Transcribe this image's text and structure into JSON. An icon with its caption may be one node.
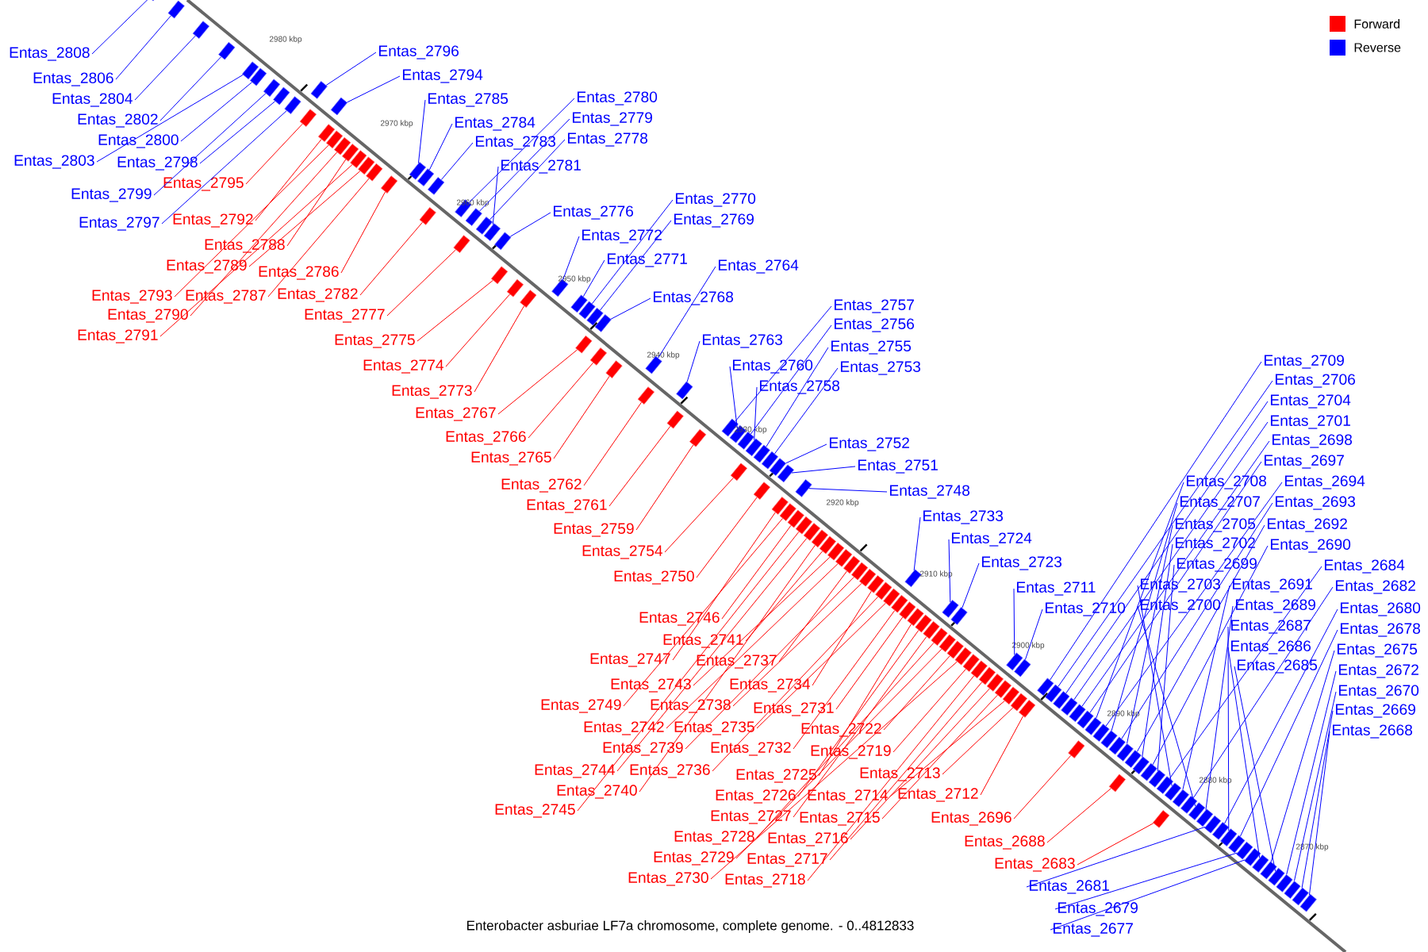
{
  "diagram": {
    "caption": "Enterobacter asburiae LF7a chromosome, complete genome. - 0..4812833",
    "nodes": [
      {
        "text": [
          "Entas_2808"
        ]
      },
      {
        "text": [
          "Entas_2806"
        ]
      },
      {
        "text": [
          "Entas_2804"
        ]
      },
      {
        "text": [
          "Entas_2802"
        ]
      },
      {
        "text": [
          "Entas_2800"
        ]
      },
      {
        "text": [
          "Entas_2803"
        ]
      },
      {
        "text": [
          "Entas_2798"
        ]
      },
      {
        "text": [
          "Entas_2799"
        ]
      },
      {
        "text": [
          "Entas_2797"
        ]
      },
      {
        "text": [
          "Entas_2795"
        ]
      },
      {
        "text": [
          "Entas_2792"
        ]
      },
      {
        "text": [
          "Entas_2788"
        ]
      },
      {
        "text": [
          "Entas_2789"
        ]
      },
      {
        "text": [
          "Entas_2786"
        ]
      },
      {
        "text": [
          "Entas_2793"
        ]
      },
      {
        "text": [
          "Entas_2787"
        ]
      },
      {
        "text": [
          "Entas_2782"
        ]
      },
      {
        "text": [
          "Entas_2790"
        ]
      },
      {
        "text": [
          "Entas_2791"
        ]
      },
      {
        "text": [
          "Entas_2777"
        ]
      },
      {
        "text": [
          "Entas_2775"
        ]
      },
      {
        "text": [
          "Entas_2774"
        ]
      },
      {
        "text": [
          "Entas_2773"
        ]
      },
      {
        "text": [
          "Entas_2767"
        ]
      },
      {
        "text": [
          "Entas_2766"
        ]
      },
      {
        "text": [
          "Entas_2765"
        ]
      },
      {
        "text": [
          "Entas_2762"
        ]
      },
      {
        "text": [
          "Entas_2761"
        ]
      },
      {
        "text": [
          "Entas_2759"
        ]
      },
      {
        "text": [
          "Entas_2754"
        ]
      },
      {
        "text": [
          "Entas_2750"
        ]
      },
      {
        "text": [
          "Entas_2746"
        ]
      },
      {
        "text": [
          "Entas_2741"
        ]
      },
      {
        "text": [
          "Entas_2747"
        ]
      },
      {
        "text": [
          "Entas_2737"
        ]
      },
      {
        "text": [
          "Entas_2743"
        ]
      },
      {
        "text": [
          "Entas_2734"
        ]
      },
      {
        "text": [
          "Entas_2749"
        ]
      },
      {
        "text": [
          "Entas_2738"
        ]
      },
      {
        "text": [
          "Entas_2731"
        ]
      },
      {
        "text": [
          "Entas_2742"
        ]
      },
      {
        "text": [
          "Entas_2735"
        ]
      },
      {
        "text": [
          "Entas_2722"
        ]
      },
      {
        "text": [
          "Entas_2739"
        ]
      },
      {
        "text": [
          "Entas_2732"
        ]
      },
      {
        "text": [
          "Entas_2719"
        ]
      },
      {
        "text": [
          "Entas_2744"
        ]
      },
      {
        "text": [
          "Entas_2736"
        ]
      },
      {
        "text": [
          "Entas_2725"
        ]
      },
      {
        "text": [
          "Entas_2713"
        ]
      },
      {
        "text": [
          "Entas_2740"
        ]
      },
      {
        "text": [
          "Entas_2714"
        ]
      },
      {
        "text": [
          "Entas_2712"
        ]
      },
      {
        "text": [
          "Entas_2726"
        ]
      },
      {
        "text": [
          "Entas_2745"
        ]
      },
      {
        "text": [
          "Entas_2727"
        ]
      },
      {
        "text": [
          "Entas_2715"
        ]
      },
      {
        "text": [
          "Entas_2728"
        ]
      },
      {
        "text": [
          "Entas_2716"
        ]
      },
      {
        "text": [
          "Entas_2729"
        ]
      },
      {
        "text": [
          "Entas_2717"
        ]
      },
      {
        "text": [
          "Entas_2730"
        ]
      },
      {
        "text": [
          "Entas_2718"
        ]
      },
      {
        "text": [
          "Entas_2696"
        ]
      },
      {
        "text": [
          "Entas_2688"
        ]
      },
      {
        "text": [
          "Entas_2683"
        ]
      },
      {
        "text": [
          "Entas_2796"
        ]
      },
      {
        "text": [
          "Entas_2794"
        ]
      },
      {
        "text": [
          "Entas_2785"
        ]
      },
      {
        "text": [
          "Entas_2784"
        ]
      },
      {
        "text": [
          "Entas_2783"
        ]
      },
      {
        "text": [
          "Entas_2780"
        ]
      },
      {
        "text": [
          "Entas_2779"
        ]
      },
      {
        "text": [
          "Entas_2778"
        ]
      },
      {
        "text": [
          "Entas_2781"
        ]
      },
      {
        "text": [
          "Entas_2776"
        ]
      },
      {
        "text": [
          "Entas_2770"
        ]
      },
      {
        "text": [
          "Entas_2769"
        ]
      },
      {
        "text": [
          "Entas_2772"
        ]
      },
      {
        "text": [
          "Entas_2771"
        ]
      },
      {
        "text": [
          "Entas_2764"
        ]
      },
      {
        "text": [
          "Entas_2768"
        ]
      },
      {
        "text": [
          "Entas_2757"
        ]
      },
      {
        "text": [
          "Entas_2756"
        ]
      },
      {
        "text": [
          "Entas_2763"
        ]
      },
      {
        "text": [
          "Entas_2755"
        ]
      },
      {
        "text": [
          "Entas_2760"
        ]
      },
      {
        "text": [
          "Entas_2753"
        ]
      },
      {
        "text": [
          "Entas_2758"
        ]
      },
      {
        "text": [
          "Entas_2752"
        ]
      },
      {
        "text": [
          "Entas_2751"
        ]
      },
      {
        "text": [
          "Entas_2748"
        ]
      },
      {
        "text": [
          "Entas_2733"
        ]
      },
      {
        "text": [
          "Entas_2724"
        ]
      },
      {
        "text": [
          "Entas_2723"
        ]
      },
      {
        "text": [
          "Entas_2711"
        ]
      },
      {
        "text": [
          "Entas_2710"
        ]
      },
      {
        "text": [
          "Entas_2709"
        ]
      },
      {
        "text": [
          "Entas_2706"
        ]
      },
      {
        "text": [
          "Entas_2704"
        ]
      },
      {
        "text": [
          "Entas_2701"
        ]
      },
      {
        "text": [
          "Entas_2698"
        ]
      },
      {
        "text": [
          "Entas_2697"
        ]
      },
      {
        "text": [
          "Entas_2708"
        ]
      },
      {
        "text": [
          "Entas_2694"
        ]
      },
      {
        "text": [
          "Entas_2707"
        ]
      },
      {
        "text": [
          "Entas_2693"
        ]
      },
      {
        "text": [
          "Entas_2705"
        ]
      },
      {
        "text": [
          "Entas_2692"
        ]
      },
      {
        "text": [
          "Entas_2702"
        ]
      },
      {
        "text": [
          "Entas_2690"
        ]
      },
      {
        "text": [
          "Entas_2699"
        ]
      },
      {
        "text": [
          "Entas_2684"
        ]
      },
      {
        "text": [
          "Entas_2703"
        ]
      },
      {
        "text": [
          "Entas_2691"
        ]
      },
      {
        "text": [
          "Entas_2682"
        ]
      },
      {
        "text": [
          "Entas_2700"
        ]
      },
      {
        "text": [
          "Entas_2689"
        ]
      },
      {
        "text": [
          "Entas_2680"
        ]
      },
      {
        "text": [
          "Entas_2687"
        ]
      },
      {
        "text": [
          "Entas_2678"
        ]
      },
      {
        "text": [
          "Entas_2686"
        ]
      },
      {
        "text": [
          "Entas_2675"
        ]
      },
      {
        "text": [
          "Entas_2685"
        ]
      },
      {
        "text": [
          "Entas_2672"
        ]
      },
      {
        "text": [
          "Entas_2670"
        ]
      },
      {
        "text": [
          "Entas_2669"
        ]
      },
      {
        "text": [
          "Entas_2668"
        ]
      },
      {
        "text": [
          "Entas_2681"
        ]
      },
      {
        "text": [
          "Entas_2679"
        ]
      },
      {
        "text": [
          "Entas_2677"
        ]
      },
      {
        "text": [],
        "shape": "box"
      },
      {
        "text": [],
        "shape": "box"
      },
      {
        "text": [],
        "shape": "box"
      },
      {
        "text": [],
        "shape": "box"
      },
      {
        "text": [],
        "shape": "box"
      },
      {
        "text": [],
        "shape": "box"
      },
      {
        "text": [],
        "shape": "box"
      },
      {
        "text": [],
        "shape": "box"
      },
      {
        "text": [],
        "shape": "box"
      },
      {
        "text": [],
        "shape": "box"
      },
      {
        "text": [],
        "shape": "box"
      },
      {
        "text": [],
        "shape": "box"
      },
      {
        "text": [],
        "shape": "box"
      },
      {
        "text": [],
        "shape": "box"
      },
      {
        "text": [],
        "shape": "box"
      },
      {
        "text": [],
        "shape": "box"
      },
      {
        "text": [],
        "shape": "box"
      },
      {
        "text": [],
        "shape": "box"
      },
      {
        "text": [],
        "shape": "box"
      },
      {
        "text": [],
        "shape": "box"
      },
      {
        "text": [],
        "shape": "box"
      },
      {
        "text": [],
        "shape": "box"
      },
      {
        "text": [],
        "shape": "box"
      },
      {
        "text": [],
        "shape": "box"
      },
      {
        "text": [],
        "shape": "box"
      },
      {
        "text": [],
        "shape": "box"
      },
      {
        "text": [],
        "shape": "box"
      },
      {
        "text": [],
        "shape": "box"
      },
      {
        "text": [],
        "shape": "box"
      },
      {
        "text": [],
        "shape": "box"
      },
      {
        "text": [],
        "shape": "box"
      },
      {
        "text": [],
        "shape": "box"
      },
      {
        "text": [],
        "shape": "box"
      },
      {
        "text": [],
        "shape": "box"
      },
      {
        "text": [],
        "shape": "box"
      },
      {
        "text": [],
        "shape": "box"
      },
      {
        "text": [],
        "shape": "box"
      },
      {
        "text": [],
        "shape": "box"
      },
      {
        "text": [],
        "shape": "box"
      },
      {
        "text": [],
        "shape": "box"
      },
      {
        "text": [],
        "shape": "box"
      },
      {
        "text": [],
        "shape": "box"
      },
      {
        "text": [],
        "shape": "box"
      },
      {
        "text": [],
        "shape": "box"
      },
      {
        "text": [],
        "shape": "box"
      },
      {
        "text": [],
        "shape": "box"
      },
      {
        "text": [],
        "shape": "box"
      },
      {
        "text": [],
        "shape": "box"
      },
      {
        "text": [],
        "shape": "box"
      },
      {
        "text": [],
        "shape": "box"
      },
      {
        "text": [],
        "shape": "box"
      },
      {
        "text": [],
        "shape": "box"
      },
      {
        "text": [],
        "shape": "box"
      },
      {
        "text": [],
        "shape": "box"
      },
      {
        "text": [],
        "shape": "box"
      },
      {
        "text": [],
        "shape": "box"
      },
      {
        "text": [],
        "shape": "box"
      },
      {
        "text": [],
        "shape": "box"
      },
      {
        "text": [],
        "shape": "box"
      },
      {
        "text": [],
        "shape": "box"
      },
      {
        "text": [],
        "shape": "box"
      },
      {
        "text": [],
        "shape": "box"
      },
      {
        "text": [],
        "shape": "box"
      },
      {
        "text": [],
        "shape": "box"
      },
      {
        "text": [],
        "shape": "box"
      },
      {
        "text": [],
        "shape": "box"
      },
      {
        "text": [],
        "shape": "box"
      },
      {
        "text": [],
        "shape": "box"
      },
      {
        "text": [],
        "shape": "box"
      },
      {
        "text": [],
        "shape": "box"
      },
      {
        "text": [],
        "shape": "box"
      },
      {
        "text": [],
        "shape": "box"
      },
      {
        "text": [],
        "shape": "box"
      },
      {
        "text": [],
        "shape": "box"
      },
      {
        "text": [],
        "shape": "box"
      },
      {
        "text": [],
        "shape": "box"
      },
      {
        "text": [],
        "shape": "box"
      },
      {
        "text": [],
        "shape": "box"
      },
      {
        "text": [],
        "shape": "box"
      },
      {
        "text": [],
        "shape": "box"
      },
      {
        "text": [],
        "shape": "box"
      },
      {
        "text": [],
        "shape": "box"
      },
      {
        "text": [],
        "shape": "box"
      },
      {
        "text": [],
        "shape": "box"
      },
      {
        "text": [],
        "shape": "box"
      },
      {
        "text": [],
        "shape": "box"
      },
      {
        "text": [],
        "shape": "box"
      },
      {
        "text": [],
        "shape": "box"
      },
      {
        "text": [],
        "shape": "box"
      },
      {
        "text": [],
        "shape": "box"
      },
      {
        "text": [],
        "shape": "box"
      },
      {
        "text": [],
        "shape": "box"
      },
      {
        "text": [],
        "shape": "box"
      },
      {
        "text": [],
        "shape": "box"
      },
      {
        "text": [],
        "shape": "box"
      },
      {
        "text": [],
        "shape": "box"
      },
      {
        "text": [],
        "shape": "box"
      },
      {
        "text": [],
        "shape": "box"
      },
      {
        "text": [],
        "shape": "box"
      },
      {
        "text": [],
        "shape": "box"
      },
      {
        "text": [],
        "shape": "box"
      },
      {
        "text": [],
        "shape": "box"
      },
      {
        "text": [],
        "shape": "box"
      },
      {
        "text": [],
        "shape": "box"
      },
      {
        "text": [],
        "shape": "box"
      },
      {
        "text": [],
        "shape": "box"
      },
      {
        "text": [],
        "shape": "box"
      },
      {
        "text": [],
        "shape": "box"
      },
      {
        "text": [],
        "shape": "box"
      },
      {
        "text": [],
        "shape": "box"
      },
      {
        "text": [],
        "shape": "box"
      },
      {
        "text": [],
        "shape": "box"
      },
      {
        "text": [],
        "shape": "box"
      },
      {
        "text": [],
        "shape": "box"
      },
      {
        "text": [],
        "shape": "box"
      },
      {
        "text": [],
        "shape": "box"
      },
      {
        "text": [],
        "shape": "box"
      },
      {
        "text": [],
        "shape": "box"
      },
      {
        "text": [],
        "shape": "box"
      },
      {
        "text": [],
        "shape": "box"
      },
      {
        "text": [],
        "shape": "box"
      },
      {
        "text": [],
        "shape": "box"
      },
      {
        "text": [],
        "shape": "box"
      },
      {
        "text": [],
        "shape": "box"
      },
      {
        "text": [],
        "shape": "box"
      },
      {
        "text": [],
        "shape": "box"
      },
      {
        "text": [],
        "shape": "box"
      },
      {
        "text": [],
        "shape": "box"
      },
      {
        "text": [],
        "shape": "box"
      },
      {
        "text": [],
        "shape": "box"
      },
      {
        "text": [],
        "shape": "box"
      }
    ],
    "edges": [
      {
        "from": 0,
        "to": 131,
        "arrow": "none"
      },
      {
        "from": 1,
        "to": 132,
        "arrow": "none"
      },
      {
        "from": 2,
        "to": 133,
        "arrow": "none"
      },
      {
        "from": 3,
        "to": 134,
        "arrow": "none"
      },
      {
        "from": 4,
        "to": 135,
        "arrow": "none"
      },
      {
        "from": 5,
        "to": 136,
        "arrow": "none"
      },
      {
        "from": 6,
        "to": 137,
        "arrow": "none"
      },
      {
        "from": 7,
        "to": 138,
        "arrow": "none"
      },
      {
        "from": 8,
        "to": 139,
        "arrow": "none"
      },
      {
        "from": 9,
        "to": 140,
        "arrow": "none",
        "color": "#ff0000"
      },
      {
        "from": 10,
        "to": 141,
        "arrow": "none",
        "color": "#ff0000"
      },
      {
        "from": 11,
        "to": 142,
        "arrow": "none",
        "color": "#ff0000"
      },
      {
        "from": 12,
        "to": 143,
        "arrow": "none",
        "color": "#ff0000"
      },
      {
        "from": 13,
        "to": 144,
        "arrow": "none",
        "color": "#ff0000"
      },
      {
        "from": 14,
        "to": 145,
        "arrow": "none",
        "color": "#ff0000"
      },
      {
        "from": 15,
        "to": 146,
        "arrow": "none",
        "color": "#ff0000"
      },
      {
        "from": 16,
        "to": 147,
        "arrow": "none",
        "color": "#ff0000"
      },
      {
        "from": 17,
        "to": 148,
        "arrow": "none",
        "color": "#ff0000"
      },
      {
        "from": 18,
        "to": 149,
        "arrow": "none",
        "color": "#ff0000"
      },
      {
        "from": 19,
        "to": 150,
        "arrow": "none",
        "color": "#ff0000"
      },
      {
        "from": 20,
        "to": 151,
        "arrow": "none",
        "color": "#ff0000"
      },
      {
        "from": 21,
        "to": 152,
        "arrow": "none",
        "color": "#ff0000"
      },
      {
        "from": 22,
        "to": 153,
        "arrow": "none",
        "color": "#ff0000"
      },
      {
        "from": 23,
        "to": 154,
        "arrow": "none",
        "color": "#ff0000"
      },
      {
        "from": 24,
        "to": 155,
        "arrow": "none",
        "color": "#ff0000"
      },
      {
        "from": 25,
        "to": 156,
        "arrow": "none",
        "color": "#ff0000"
      },
      {
        "from": 26,
        "to": 157,
        "arrow": "none",
        "color": "#ff0000"
      },
      {
        "from": 27,
        "to": 158,
        "arrow": "none",
        "color": "#ff0000"
      },
      {
        "from": 28,
        "to": 159,
        "arrow": "none",
        "color": "#ff0000"
      },
      {
        "from": 29,
        "to": 160,
        "arrow": "none",
        "color": "#ff0000"
      },
      {
        "from": 30,
        "to": 161,
        "arrow": "none",
        "color": "#ff0000"
      },
      {
        "from": 31,
        "to": 162,
        "arrow": "none",
        "color": "#ff0000"
      },
      {
        "from": 32,
        "to": 163,
        "arrow": "none",
        "color": "#ff0000"
      },
      {
        "from": 33,
        "to": 164,
        "arrow": "none",
        "color": "#ff0000"
      },
      {
        "from": 34,
        "to": 165,
        "arrow": "none",
        "color": "#ff0000"
      },
      {
        "from": 35,
        "to": 166,
        "arrow": "none",
        "color": "#ff0000"
      },
      {
        "from": 36,
        "to": 167,
        "arrow": "none",
        "color": "#ff0000"
      },
      {
        "from": 37,
        "to": 168,
        "arrow": "none",
        "color": "#ff0000"
      },
      {
        "from": 38,
        "to": 169,
        "arrow": "none",
        "color": "#ff0000"
      },
      {
        "from": 39,
        "to": 170,
        "arrow": "none",
        "color": "#ff0000"
      },
      {
        "from": 40,
        "to": 171,
        "arrow": "none",
        "color": "#ff0000"
      },
      {
        "from": 41,
        "to": 172,
        "arrow": "none",
        "color": "#ff0000"
      },
      {
        "from": 42,
        "to": 173,
        "arrow": "none",
        "color": "#ff0000"
      },
      {
        "from": 43,
        "to": 174,
        "arrow": "none",
        "color": "#ff0000"
      },
      {
        "from": 44,
        "to": 175,
        "arrow": "none",
        "color": "#ff0000"
      },
      {
        "from": 45,
        "to": 176,
        "arrow": "none",
        "color": "#ff0000"
      },
      {
        "from": 46,
        "to": 177,
        "arrow": "none",
        "color": "#ff0000"
      },
      {
        "from": 47,
        "to": 178,
        "arrow": "none",
        "color": "#ff0000"
      },
      {
        "from": 48,
        "to": 179,
        "arrow": "none",
        "color": "#ff0000"
      },
      {
        "from": 49,
        "to": 180,
        "arrow": "none",
        "color": "#ff0000"
      },
      {
        "from": 50,
        "to": 181,
        "arrow": "none",
        "color": "#ff0000"
      },
      {
        "from": 51,
        "to": 182,
        "arrow": "none",
        "color": "#ff0000"
      },
      {
        "from": 52,
        "to": 183,
        "arrow": "none",
        "color": "#ff0000"
      },
      {
        "from": 53,
        "to": 184,
        "arrow": "none",
        "color": "#ff0000"
      },
      {
        "from": 54,
        "to": 185,
        "arrow": "none",
        "color": "#ff0000"
      },
      {
        "from": 55,
        "to": 186,
        "arrow": "none",
        "color": "#ff0000"
      },
      {
        "from": 56,
        "to": 187,
        "arrow": "none",
        "color": "#ff0000"
      },
      {
        "from": 57,
        "to": 188,
        "arrow": "none",
        "color": "#ff0000"
      },
      {
        "from": 58,
        "to": 189,
        "arrow": "none",
        "color": "#ff0000"
      },
      {
        "from": 59,
        "to": 190,
        "arrow": "none",
        "color": "#ff0000"
      },
      {
        "from": 60,
        "to": 191,
        "arrow": "none",
        "color": "#ff0000"
      },
      {
        "from": 61,
        "to": 192,
        "arrow": "none",
        "color": "#ff0000"
      },
      {
        "from": 62,
        "to": 193,
        "arrow": "none",
        "color": "#ff0000"
      },
      {
        "from": 63,
        "to": 194,
        "arrow": "none",
        "color": "#ff0000"
      },
      {
        "from": 64,
        "to": 195,
        "arrow": "none",
        "color": "#ff0000"
      },
      {
        "from": 65,
        "to": 196,
        "arrow": "none",
        "color": "#ff0000"
      },
      {
        "from": 66,
        "to": 197,
        "arrow": "none"
      },
      {
        "from": 67,
        "to": 198,
        "arrow": "none"
      },
      {
        "from": 68,
        "to": 199,
        "arrow": "none"
      },
      {
        "from": 69,
        "to": 200,
        "arrow": "none"
      },
      {
        "from": 70,
        "to": 201,
        "arrow": "none"
      },
      {
        "from": 71,
        "to": 202,
        "arrow": "none"
      },
      {
        "from": 72,
        "to": 203,
        "arrow": "none"
      },
      {
        "from": 73,
        "to": 204,
        "arrow": "none"
      },
      {
        "from": 74,
        "to": 205,
        "arrow": "none"
      },
      {
        "from": 75,
        "to": 206,
        "arrow": "none"
      },
      {
        "from": 76,
        "to": 207,
        "arrow": "none"
      },
      {
        "from": 77,
        "to": 208,
        "arrow": "none"
      },
      {
        "from": 78,
        "to": 209,
        "arrow": "none"
      },
      {
        "from": 79,
        "to": 210,
        "arrow": "none"
      },
      {
        "from": 80,
        "to": 211,
        "arrow": "none"
      },
      {
        "from": 81,
        "to": 212,
        "arrow": "none"
      },
      {
        "from": 82,
        "to": 213,
        "arrow": "none"
      },
      {
        "from": 83,
        "to": 214,
        "arrow": "none"
      },
      {
        "from": 84,
        "to": 215,
        "arrow": "none"
      },
      {
        "from": 85,
        "to": 216,
        "arrow": "none"
      },
      {
        "from": 86,
        "to": 217,
        "arrow": "none"
      },
      {
        "from": 87,
        "to": 218,
        "arrow": "none"
      },
      {
        "from": 88,
        "to": 219,
        "arrow": "none"
      },
      {
        "from": 89,
        "to": 220,
        "arrow": "none"
      },
      {
        "from": 90,
        "to": 221,
        "arrow": "none"
      },
      {
        "from": 91,
        "to": 222,
        "arrow": "none"
      },
      {
        "from": 92,
        "to": 223,
        "arrow": "none"
      },
      {
        "from": 93,
        "to": 224,
        "arrow": "none"
      },
      {
        "from": 94,
        "to": 225,
        "arrow": "none"
      },
      {
        "from": 95,
        "to": 226,
        "arrow": "none"
      },
      {
        "from": 96,
        "to": 227,
        "arrow": "none"
      },
      {
        "from": 97,
        "to": 228,
        "arrow": "none"
      },
      {
        "from": 98,
        "to": 229,
        "arrow": "none"
      },
      {
        "from": 99,
        "to": 230,
        "arrow": "none"
      },
      {
        "from": 100,
        "to": 231,
        "arrow": "none"
      },
      {
        "from": 101,
        "to": 232,
        "arrow": "none"
      },
      {
        "from": 102,
        "to": 233,
        "arrow": "none"
      },
      {
        "from": 103,
        "to": 234,
        "arrow": "none"
      },
      {
        "from": 104,
        "to": 235,
        "arrow": "none"
      },
      {
        "from": 105,
        "to": 236,
        "arrow": "none"
      },
      {
        "from": 106,
        "to": 237,
        "arrow": "none"
      },
      {
        "from": 107,
        "to": 238,
        "arrow": "none"
      },
      {
        "from": 108,
        "to": 239,
        "arrow": "none"
      },
      {
        "from": 109,
        "to": 240,
        "arrow": "none"
      },
      {
        "from": 110,
        "to": 241,
        "arrow": "none"
      },
      {
        "from": 111,
        "to": 242,
        "arrow": "none"
      },
      {
        "from": 112,
        "to": 243,
        "arrow": "none"
      },
      {
        "from": 113,
        "to": 244,
        "arrow": "none"
      },
      {
        "from": 114,
        "to": 245,
        "arrow": "none"
      },
      {
        "from": 115,
        "to": 246,
        "arrow": "none"
      },
      {
        "from": 116,
        "to": 247,
        "arrow": "none"
      },
      {
        "from": 117,
        "to": 248,
        "arrow": "none"
      },
      {
        "from": 118,
        "to": 249,
        "arrow": "none"
      },
      {
        "from": 119,
        "to": 250,
        "arrow": "none"
      },
      {
        "from": 120,
        "to": 251,
        "arrow": "none"
      },
      {
        "from": 121,
        "to": 252,
        "arrow": "none"
      },
      {
        "from": 122,
        "to": 253,
        "arrow": "none"
      },
      {
        "from": 123,
        "to": 254,
        "arrow": "none"
      },
      {
        "from": 124,
        "to": 255,
        "arrow": "none"
      },
      {
        "from": 125,
        "to": 256,
        "arrow": "none"
      },
      {
        "from": 126,
        "to": 257,
        "arrow": "none"
      },
      {
        "from": 127,
        "to": 258,
        "arrow": "none"
      },
      {
        "from": 128,
        "to": 259,
        "arrow": "none"
      },
      {
        "from": 129,
        "to": 260,
        "arrow": "none"
      },
      {
        "from": 130,
        "to": 261,
        "arrow": "none"
      }
    ],
    "labels": [
      "2980 kbp",
      "2970 kbp",
      "2960 kbp",
      "2950 kbp",
      "2940 kbp",
      "2930 kbp",
      "2920 kbp",
      "2910 kbp",
      "2900 kbp",
      "2890 kbp",
      "2880 kbp",
      "2870 kbp"
    ],
    "legend": [
      {
        "text": "Forward",
        "color": "#ff0000"
      },
      {
        "text": "Reverse",
        "color": "#0000ff"
      }
    ]
  }
}
